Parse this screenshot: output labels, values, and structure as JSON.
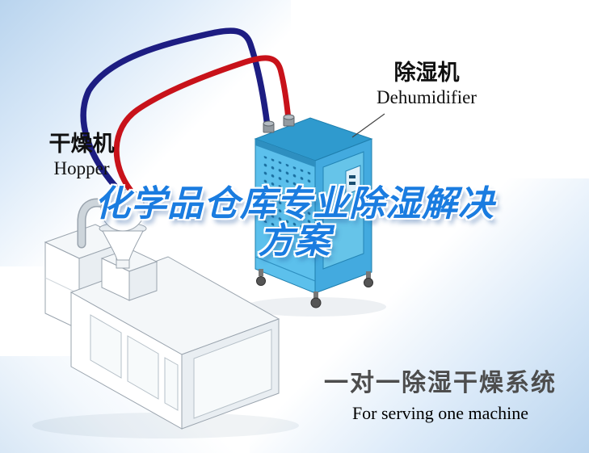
{
  "meta": {
    "title": "化学品仓库专业除湿解决方案"
  },
  "headline": {
    "line1": "化学品仓库专业除湿解决",
    "line2": "方案"
  },
  "machine_labels": {
    "hopper": {
      "cn": "干燥机",
      "en": "Hopper"
    },
    "dehumidifier": {
      "cn": "除湿机",
      "en": "Dehumidifier"
    }
  },
  "caption": {
    "cn": "一对一除湿干燥系统",
    "en": "For serving one machine"
  },
  "colors": {
    "headline_blue": "#1a7ce0",
    "pipe_red": "#c8121a",
    "pipe_blue": "#1d1d82",
    "cabinet_front": "#5cc0ec",
    "cabinet_side": "#43aadf",
    "cabinet_top": "#2f9ace",
    "background_accent": "#b9d4ee",
    "caption_gray": "#4d4d4d"
  }
}
